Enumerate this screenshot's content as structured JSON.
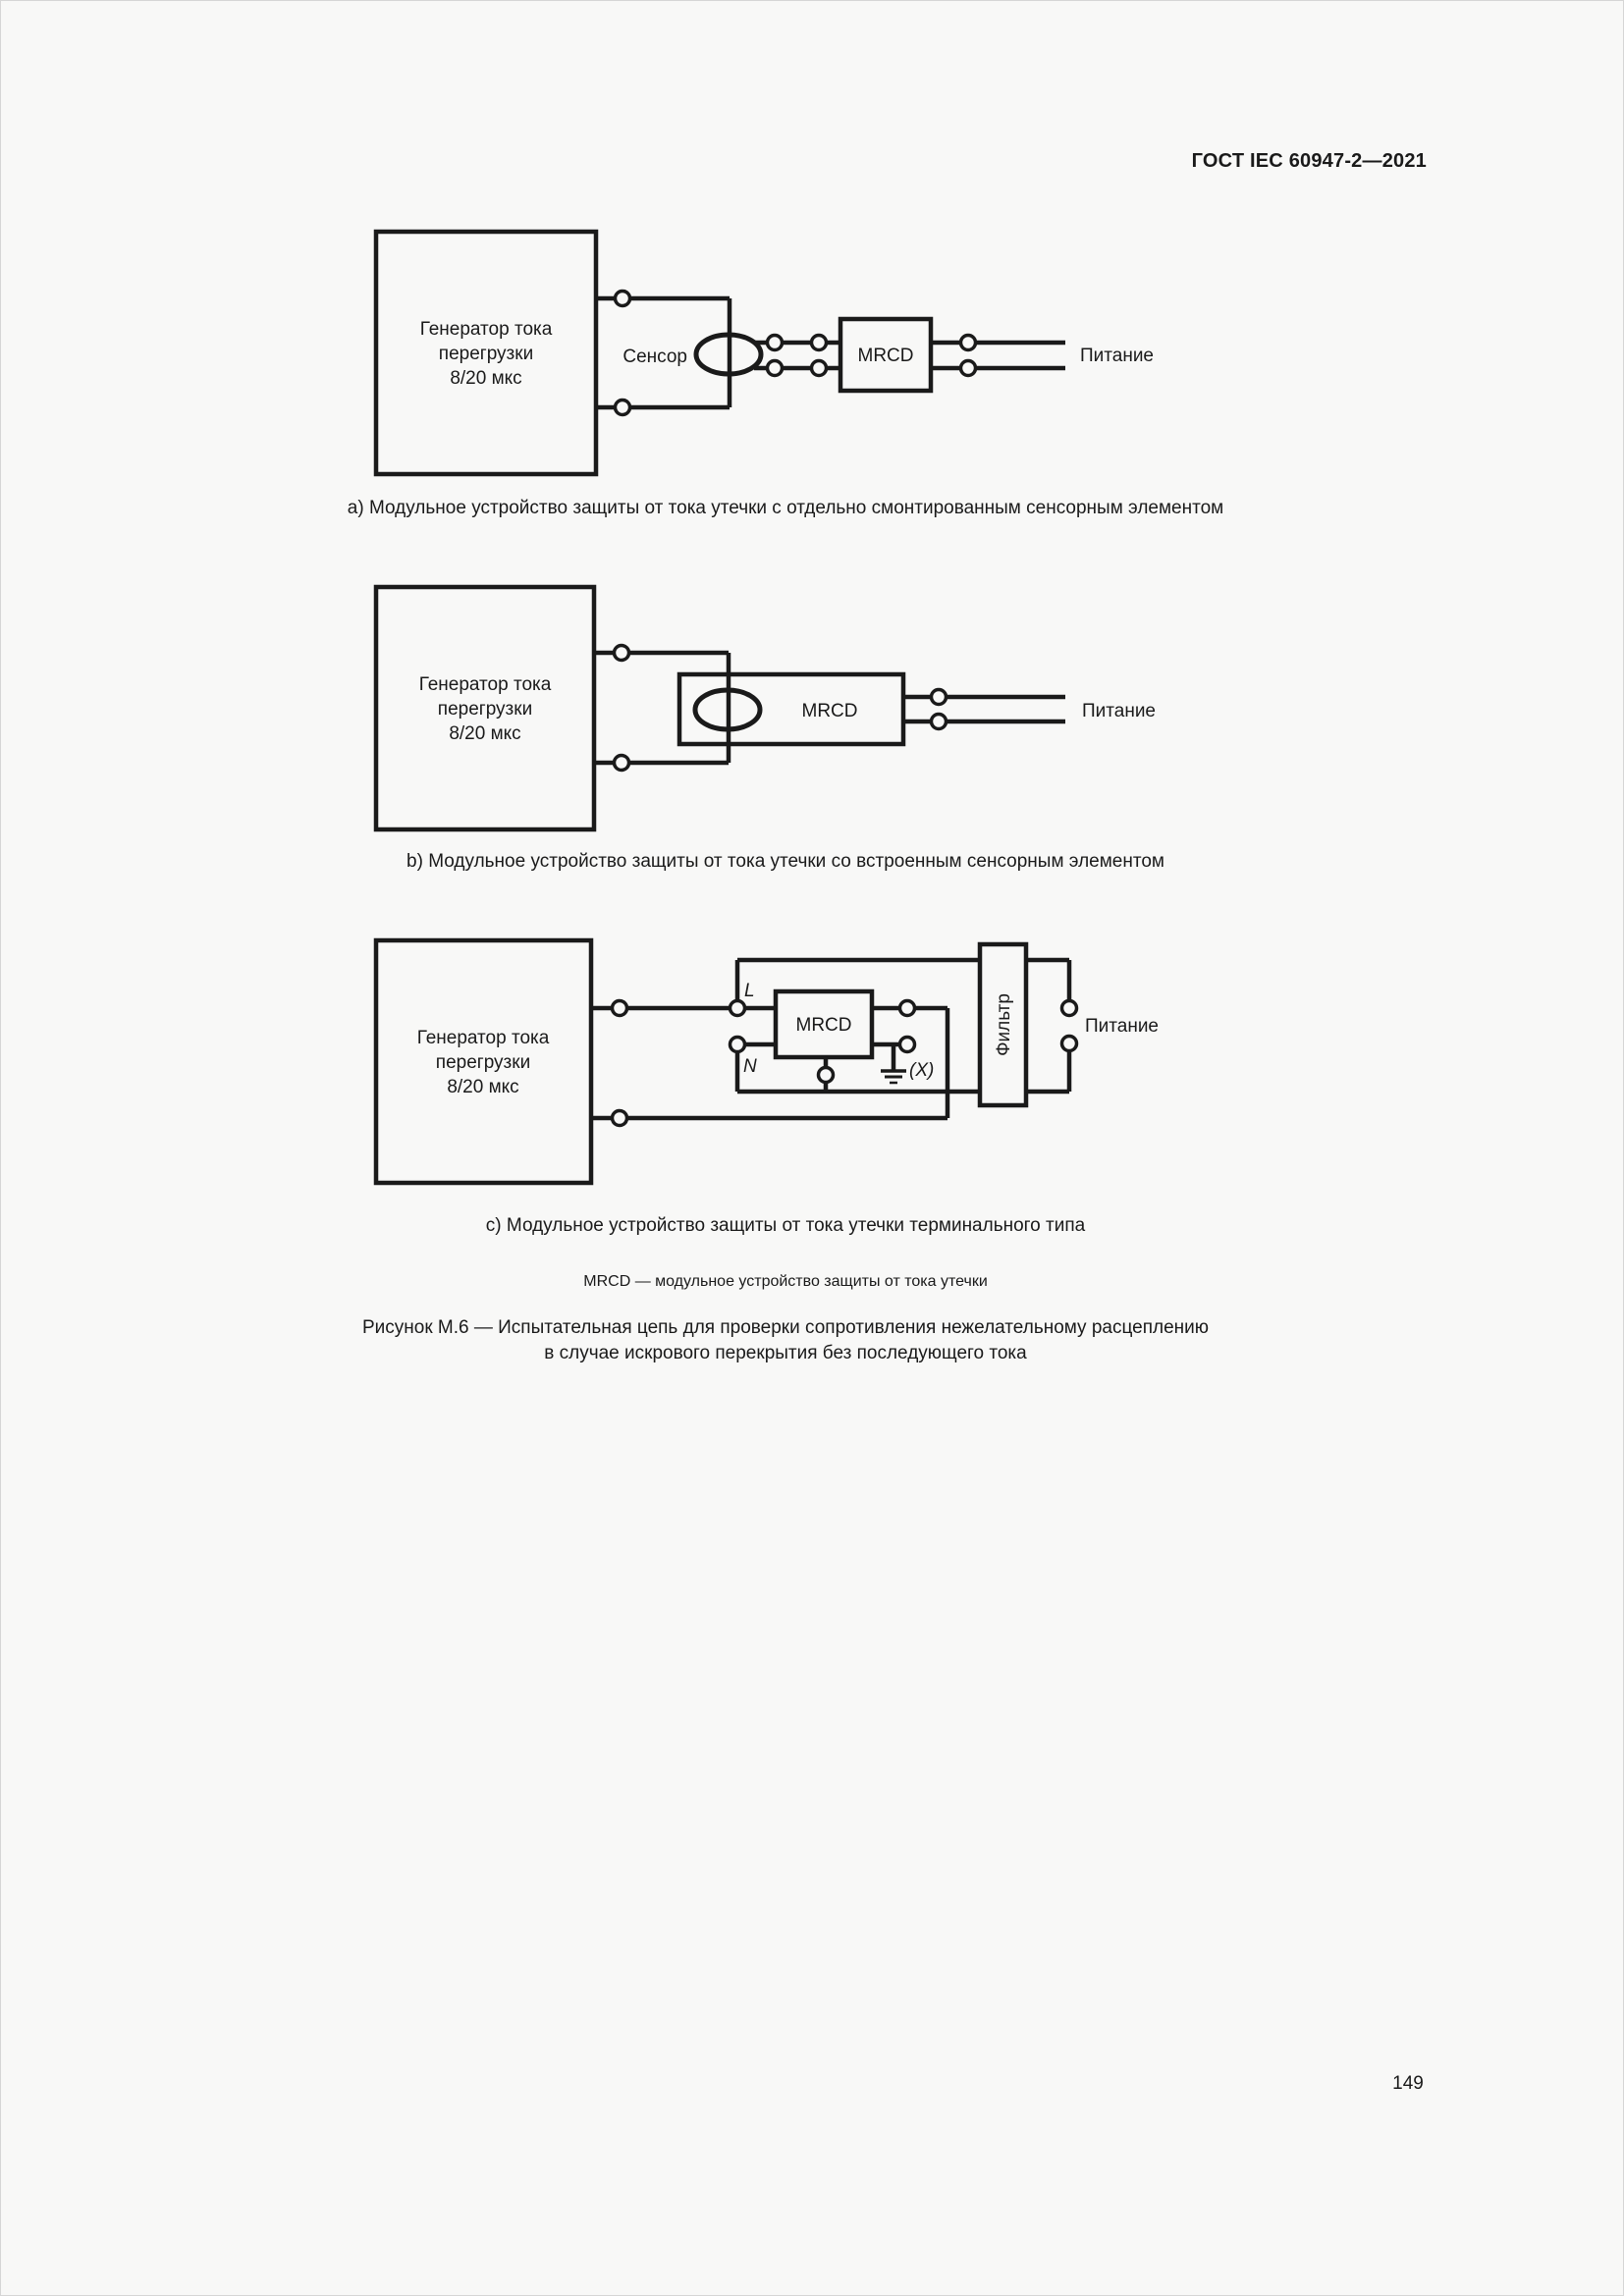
{
  "header": {
    "title": "ГОСТ IEC 60947-2—2021"
  },
  "footer": {
    "page_number": "149"
  },
  "generator": {
    "line1": "Генератор тока",
    "line2": "перегрузки",
    "line3": "8/20 мкс"
  },
  "labels": {
    "sensor": "Сенсор",
    "mrcd": "MRCD",
    "power": "Питание",
    "filter": "Фильтр",
    "line_terminal": "L",
    "neutral_terminal": "N",
    "x_terminal": "(X)"
  },
  "captions": {
    "a": "a) Модульное устройство защиты от тока утечки с отдельно смонтированным сенсорным элементом",
    "b": "b) Модульное устройство защиты от тока утечки со встроенным сенсорным элементом",
    "c": "c) Модульное устройство защиты от тока утечки терминального типа"
  },
  "legend": "MRCD — модульное устройство защиты от тока утечки",
  "figure_caption": {
    "line1": "Рисунок М.6 — Испытательная цепь для проверки сопротивления нежелательному расцеплению",
    "line2": "в случае искрового перекрытия без последующего тока"
  },
  "colors": {
    "ink": "#1a1a1a",
    "background": "#f8f8f7"
  }
}
